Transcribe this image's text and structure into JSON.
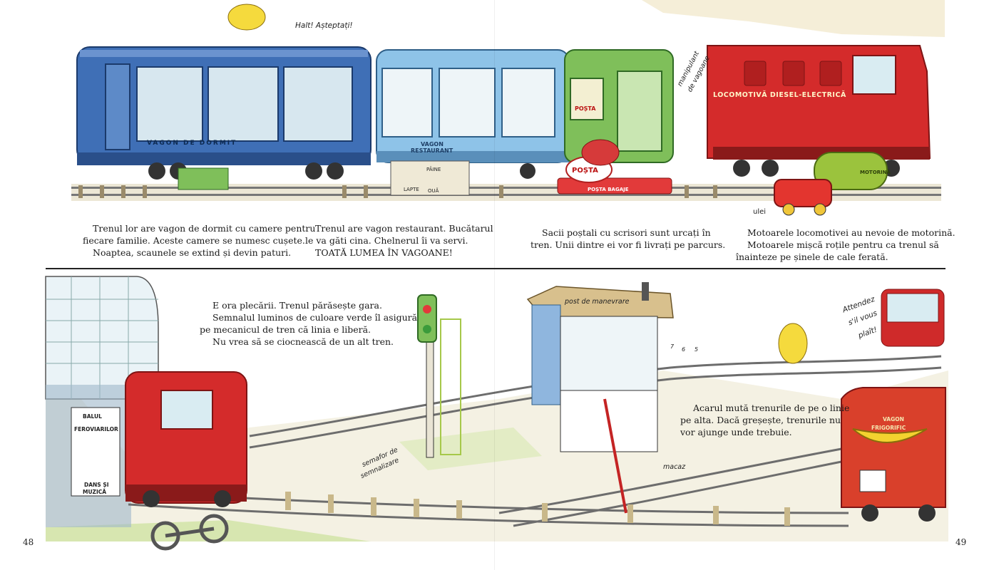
{
  "top": {
    "paragraphs": [
      [
        "Trenul lor are vagon de dormit cu camere pentru",
        "fiecare familie. Aceste camere se numesc cușete.",
        "Noaptea, scaunele se extind și devin paturi."
      ],
      [
        "Trenul are vagon restaurant. Bucătarul",
        "le va găti cina. Chelnerul îi va servi.",
        "TOATĂ LUMEA ÎN VAGOANE!"
      ],
      [
        "Sacii poștali cu scrisori sunt urcați în",
        "tren. Unii dintre ei vor fi livrați pe parcurs."
      ],
      [
        "Motoarele locomotivei au nevoie de motorină.",
        "Motoarele mișcă roțile pentru ca trenul să",
        "înainteze pe șinele de cale ferată."
      ]
    ],
    "labels": {
      "halt": "Halt! Așteptați!",
      "sleeper": "VAGON DE DORMIT",
      "restaurant_1": "VAGON",
      "restaurant_2": "RESTAURANT",
      "posta_stamp": "POȘTA",
      "posta_bag": "POȘTA",
      "posta_cart": "POȘTA BAGAJE",
      "loco": "LOCOMOTIVĂ DIESEL-ELECTRICĂ",
      "handler_1": "manipulant",
      "handler_2": "de vagoane",
      "fuel": "MOTORINĂ",
      "oil": "ulei",
      "lapte": "LAPTE",
      "oua": "OUĂ",
      "paine": "PÂINE"
    }
  },
  "bottom": {
    "paragraphs": [
      [
        "E ora plecării. Trenul părăsește gara.",
        "Semnalul luminos de culoare verde îl asigură",
        "pe mecanicul de tren că linia e liberă.",
        "Nu vrea să se ciocnească de un alt tren."
      ],
      [
        "Acarul mută trenurile de pe o linie",
        "pe alta. Dacă greșește, trenurile nu",
        "vor ajunge unde trebuie."
      ]
    ],
    "labels": {
      "post": "post de manevrare",
      "semafor_1": "semafor de",
      "semafor_2": "semnalizare",
      "macaz": "macaz",
      "attendez_1": "Attendez",
      "attendez_2": "s'il vous",
      "attendez_3": "plaît!",
      "balul_1": "BALUL",
      "balul_2": "FEROVIARILOR",
      "dans_1": "DANS ȘI",
      "dans_2": "MUZICĂ",
      "frig_1": "VAGON",
      "frig_2": "FRIGORIFIC",
      "clock_7": "7",
      "clock_6": "6",
      "clock_5": "5"
    }
  },
  "page_numbers": {
    "left": "48",
    "right": "49"
  }
}
